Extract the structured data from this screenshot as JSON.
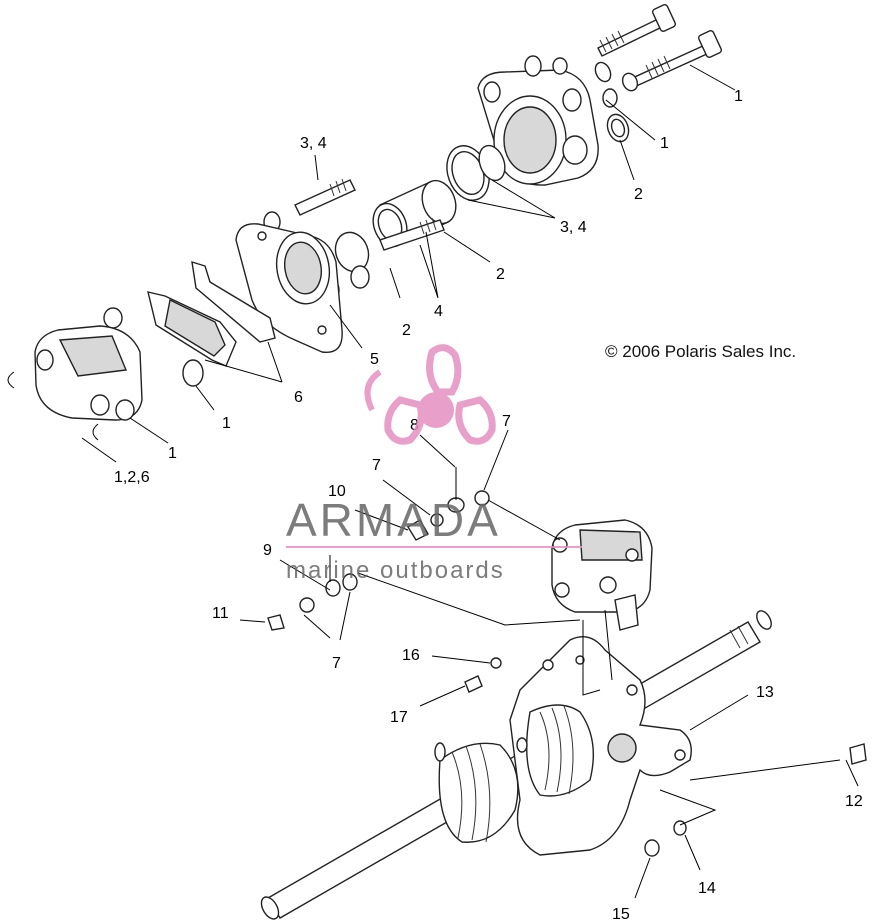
{
  "copyright": "© 2006 Polaris Sales Inc.",
  "watermark": {
    "brand": "ARMADA",
    "tagline": "marine outboards",
    "brand_color": "#e58fc0"
  },
  "callouts": [
    {
      "id": "c1a",
      "text": "1"
    },
    {
      "id": "c1b",
      "text": "1"
    },
    {
      "id": "c2a",
      "text": "2"
    },
    {
      "id": "c34a",
      "text": "3, 4"
    },
    {
      "id": "c34b",
      "text": "3, 4"
    },
    {
      "id": "c2b",
      "text": "2"
    },
    {
      "id": "c4",
      "text": "4"
    },
    {
      "id": "c2c",
      "text": "2"
    },
    {
      "id": "c5",
      "text": "5"
    },
    {
      "id": "c6",
      "text": "6"
    },
    {
      "id": "c1c",
      "text": "1"
    },
    {
      "id": "c1d",
      "text": "1"
    },
    {
      "id": "c126",
      "text": "1,2,6"
    },
    {
      "id": "c8",
      "text": "8"
    },
    {
      "id": "c7a",
      "text": "7"
    },
    {
      "id": "c7b",
      "text": "7"
    },
    {
      "id": "c10",
      "text": "10"
    },
    {
      "id": "c9",
      "text": "9"
    },
    {
      "id": "c11",
      "text": "11"
    },
    {
      "id": "c7c",
      "text": "7"
    },
    {
      "id": "c16",
      "text": "16"
    },
    {
      "id": "c17",
      "text": "17"
    },
    {
      "id": "c13",
      "text": "13"
    },
    {
      "id": "c12",
      "text": "12"
    },
    {
      "id": "c14",
      "text": "14"
    },
    {
      "id": "c15",
      "text": "15"
    }
  ]
}
